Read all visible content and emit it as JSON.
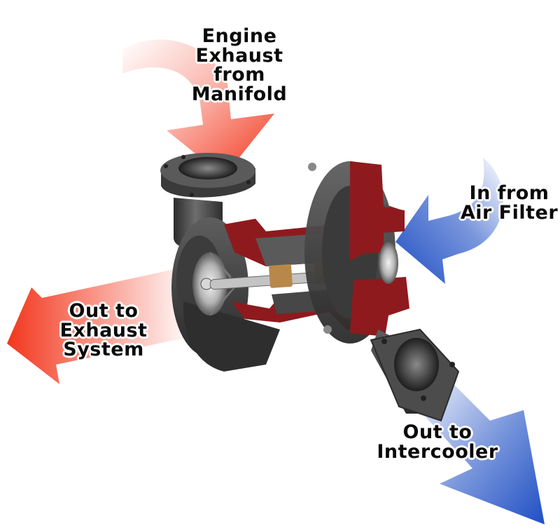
{
  "diagram": {
    "subject": "Turbocharger cutaway",
    "labels": {
      "engine_exhaust": [
        "Engine",
        "Exhaust",
        "from",
        "Manifold"
      ],
      "air_filter": [
        "In from",
        "Air Filter"
      ],
      "exhaust_system": [
        "Out to",
        "Exhaust System"
      ],
      "intercooler": [
        "Out to",
        "Intercooler"
      ]
    },
    "flows": [
      {
        "name": "exhaust-in",
        "color": "#f2361c",
        "direction": "down"
      },
      {
        "name": "exhaust-out",
        "color": "#f2361c",
        "direction": "left"
      },
      {
        "name": "air-in",
        "color": "#1f4fc4",
        "direction": "left"
      },
      {
        "name": "air-out",
        "color": "#1f4fc4",
        "direction": "down-right"
      }
    ],
    "colors": {
      "hot_flow": "#f2361c",
      "cold_flow": "#1f4fc4",
      "housing": "#4a4a4a",
      "cutaway": "#8e1a1e",
      "bearing": "#b8874a"
    }
  }
}
